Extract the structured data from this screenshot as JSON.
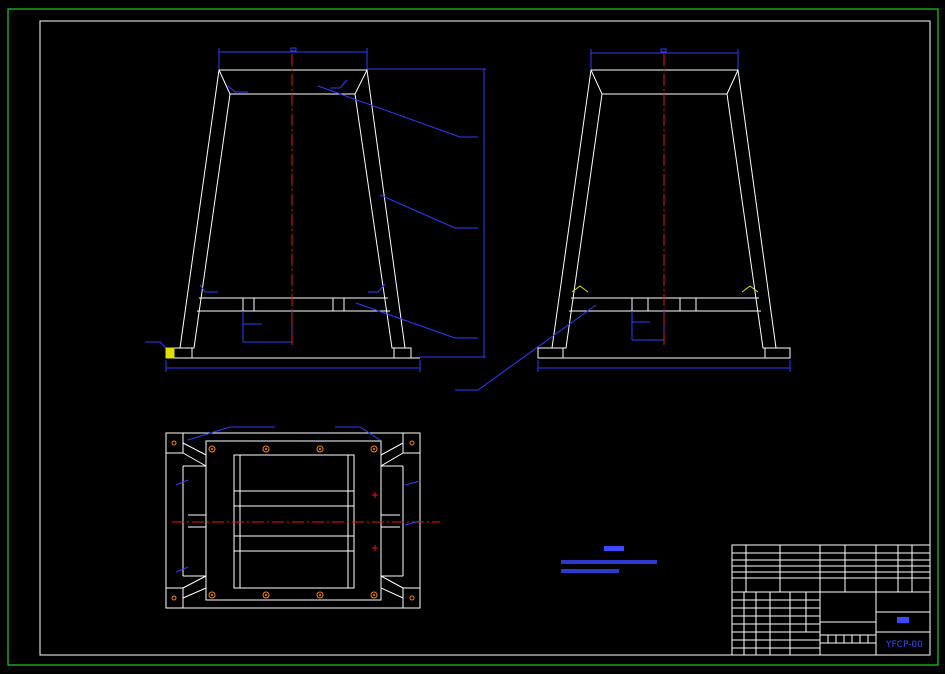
{
  "drawing": {
    "type": "engineering-drawing",
    "colors": {
      "border": "#22cc22",
      "outline": "#ffffff",
      "dimension": "#2f3cff",
      "centerline": "#e01818",
      "bolt": "#ff8800",
      "background": "#000000"
    },
    "title_block": {
      "drawing_number": "YFCP-00"
    },
    "views": [
      "front-view",
      "side-view",
      "top-view"
    ]
  }
}
